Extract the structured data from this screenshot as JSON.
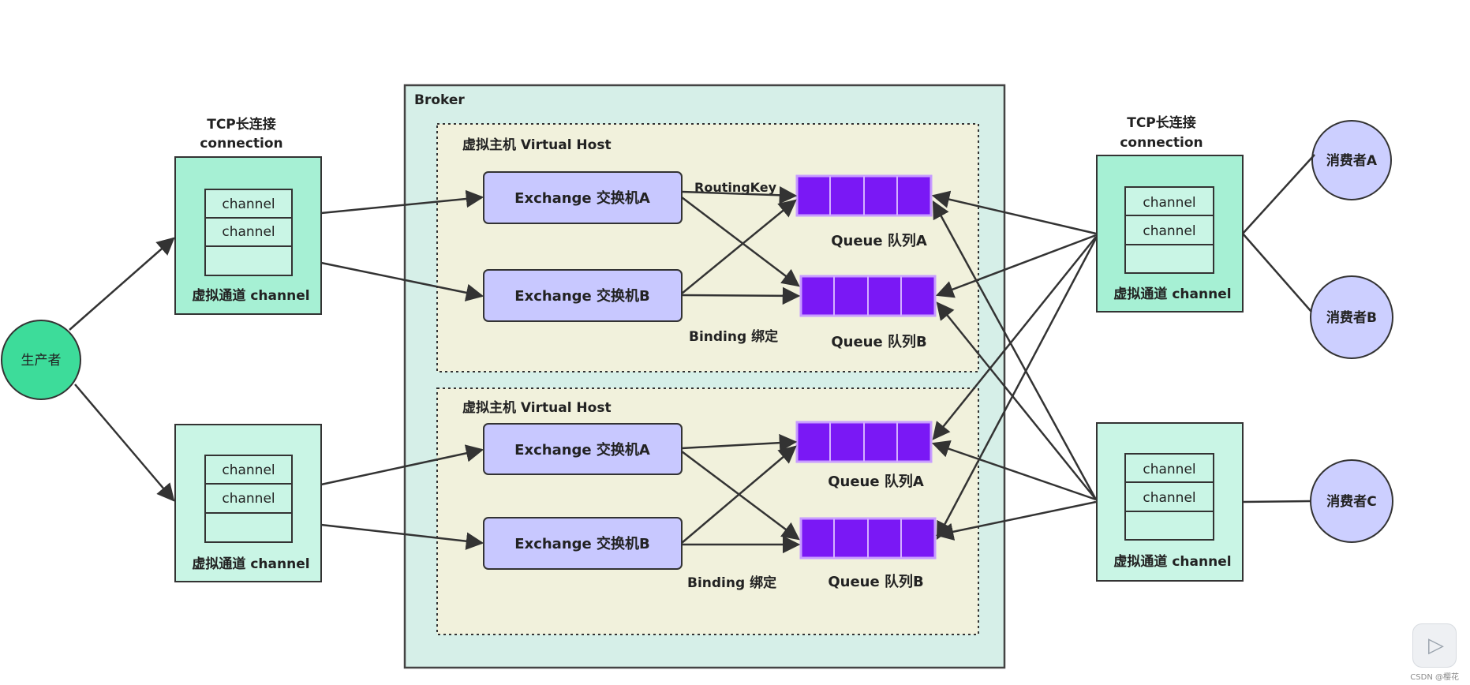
{
  "colors": {
    "broker_fill": "#d6efe8",
    "vhost_fill": "#f1f1dc",
    "connection_fill": "#a6f0d4",
    "channel_fill": "#c9f5e5",
    "exchange_fill": "#c8c8ff",
    "queue_fill": "#7a18f5",
    "producer_fill": "#3ddc9a",
    "consumer_fill": "#cccfff",
    "stroke": "#333333"
  },
  "broker": {
    "label": "Broker"
  },
  "vhosts": [
    {
      "label": "虚拟主机 Virtual Host",
      "exchanges": [
        "Exchange 交换机A",
        "Exchange 交换机B"
      ],
      "queues": [
        "Queue 队列A",
        "Queue 队列B"
      ],
      "routing_key_label": "RoutingKey",
      "binding_label": "Binding 绑定"
    },
    {
      "label": "虚拟主机 Virtual Host",
      "exchanges": [
        "Exchange 交换机A",
        "Exchange 交换机B"
      ],
      "queues": [
        "Queue 队列A",
        "Queue 队列B"
      ],
      "binding_label": "Binding 绑定"
    }
  ],
  "connections": {
    "left_top": {
      "title_line1": "TCP长连接",
      "title_line2": "connection",
      "channels": [
        "channel",
        "channel"
      ],
      "footer": "虚拟通道 channel"
    },
    "left_bottom": {
      "channels": [
        "channel",
        "channel"
      ],
      "footer": "虚拟通道 channel"
    },
    "right_top": {
      "title_line1": "TCP长连接",
      "title_line2": "connection",
      "channels": [
        "channel",
        "channel"
      ],
      "footer": "虚拟通道 channel"
    },
    "right_bottom": {
      "channels": [
        "channel",
        "channel"
      ],
      "footer": "虚拟通道 channel"
    }
  },
  "producer": {
    "label": "生产者"
  },
  "consumers": [
    "消费者A",
    "消费者B",
    "消费者C"
  ],
  "overlay": {
    "play_icon": "play-icon",
    "watermark": "CSDN @樱花"
  }
}
